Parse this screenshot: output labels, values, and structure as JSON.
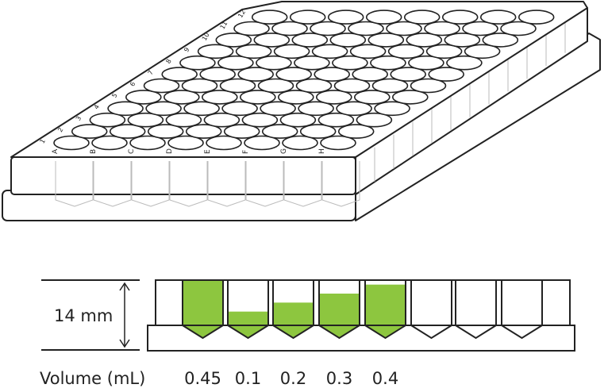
{
  "plate": {
    "row_labels": [
      "1",
      "2",
      "3",
      "4",
      "5",
      "6",
      "7",
      "8",
      "9",
      "10",
      "11",
      "12"
    ],
    "column_labels": [
      "A",
      "B",
      "C",
      "D",
      "E",
      "F",
      "G",
      "H"
    ]
  },
  "cross_section": {
    "dimension_label": "14 mm",
    "volume_label": "Volume (mL)",
    "wells": [
      {
        "volume": 0.45,
        "label": "0.45"
      },
      {
        "volume": 0.1,
        "label": "0.1"
      },
      {
        "volume": 0.2,
        "label": "0.2"
      },
      {
        "volume": 0.3,
        "label": "0.3"
      },
      {
        "volume": 0.4,
        "label": "0.4"
      },
      {
        "volume": 0,
        "label": ""
      },
      {
        "volume": 0,
        "label": ""
      },
      {
        "volume": 0,
        "label": ""
      }
    ],
    "fill_color": "#8dc63f"
  }
}
